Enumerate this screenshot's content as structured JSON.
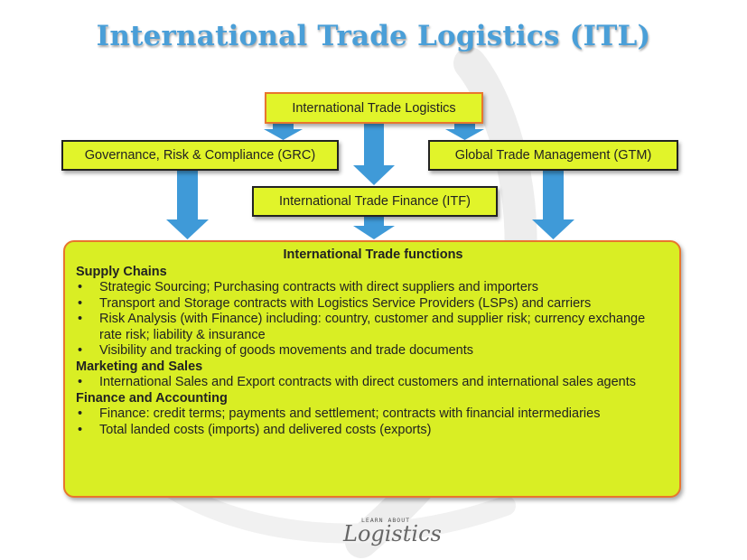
{
  "title": "International Trade Logistics (ITL)",
  "boxes": {
    "top": "International Trade Logistics",
    "grc": "Governance, Risk & Compliance (GRC)",
    "gtm": "Global Trade Management (GTM)",
    "itf": "International Trade Finance (ITF)"
  },
  "main": {
    "title": "International Trade functions",
    "sections": [
      {
        "heading": "Supply Chains",
        "items": [
          "Strategic Sourcing; Purchasing contracts with direct suppliers and importers",
          "Transport and Storage contracts with Logistics Service Providers (LSPs) and carriers",
          "Risk Analysis (with Finance) including: country, customer and supplier risk; currency exchange rate risk; liability & insurance",
          "Visibility and tracking of goods movements and trade documents"
        ]
      },
      {
        "heading": "Marketing and Sales",
        "items": [
          "International Sales and Export contracts with direct customers and international sales agents"
        ]
      },
      {
        "heading": "Finance and Accounting",
        "items": [
          "Finance: credit terms; payments and settlement; contracts with financial intermediaries",
          "Total landed costs (imports) and delivered costs (exports)"
        ]
      }
    ]
  },
  "logo": {
    "top": "LEARN ABOUT",
    "main": "Logistics"
  },
  "colors": {
    "title": "#4a9fd8",
    "box_fill": "#e1f42a",
    "main_fill": "#d9ee24",
    "accent_border": "#e8762d",
    "arrow": "#3f9ad8"
  }
}
